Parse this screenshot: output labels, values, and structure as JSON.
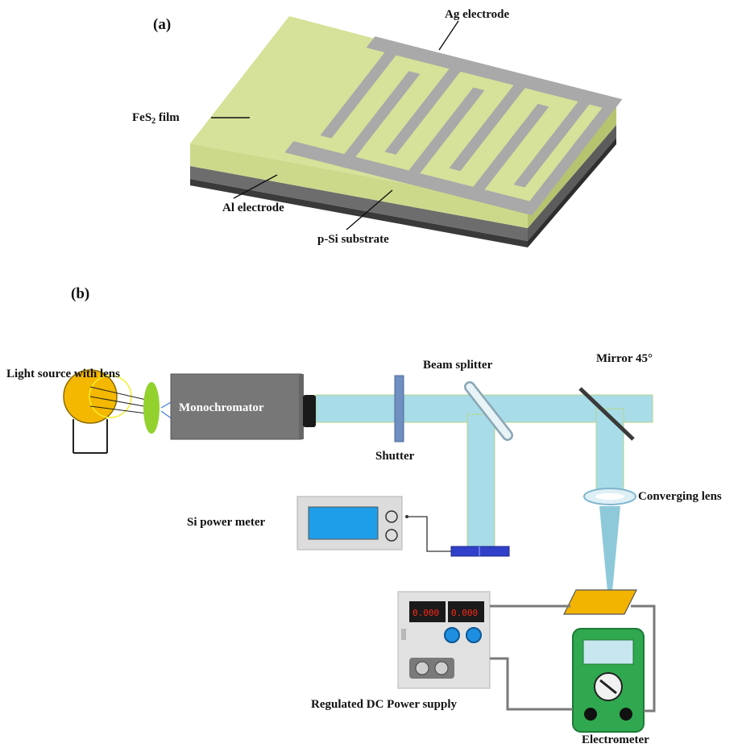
{
  "panel_a": {
    "tag": "(a)",
    "labels": {
      "ag_electrode": "Ag electrode",
      "fes2_film_main": "FeS",
      "fes2_film_sub": "2",
      "fes2_film_tail": " film",
      "al_electrode": "Al electrode",
      "p_si_substrate": "p-Si substrate"
    }
  },
  "panel_b": {
    "tag": "(b)",
    "labels": {
      "light_source": "Light source with lens",
      "monochromator": "Monochromator",
      "shutter": "Shutter",
      "beam_splitter": "Beam splitter",
      "mirror": "Mirror 45°",
      "converging_lens": "Converging lens",
      "si_power_meter": "Si power meter",
      "dc_power_supply": "Regulated DC Power supply",
      "electrometer": "Electrometer"
    },
    "display": {
      "left": "0.000",
      "right": "0.000"
    }
  },
  "colors": {
    "film": "#d4df93",
    "film_side": "#c2cf7d",
    "electrode": "#a8a8a8",
    "substrate": "#6b6b6b",
    "beam": "#a8dce8",
    "lamp": "#f6b800",
    "monochromator": "#777777",
    "electrometer": "#2fa84f",
    "sample": "#f2b400"
  }
}
